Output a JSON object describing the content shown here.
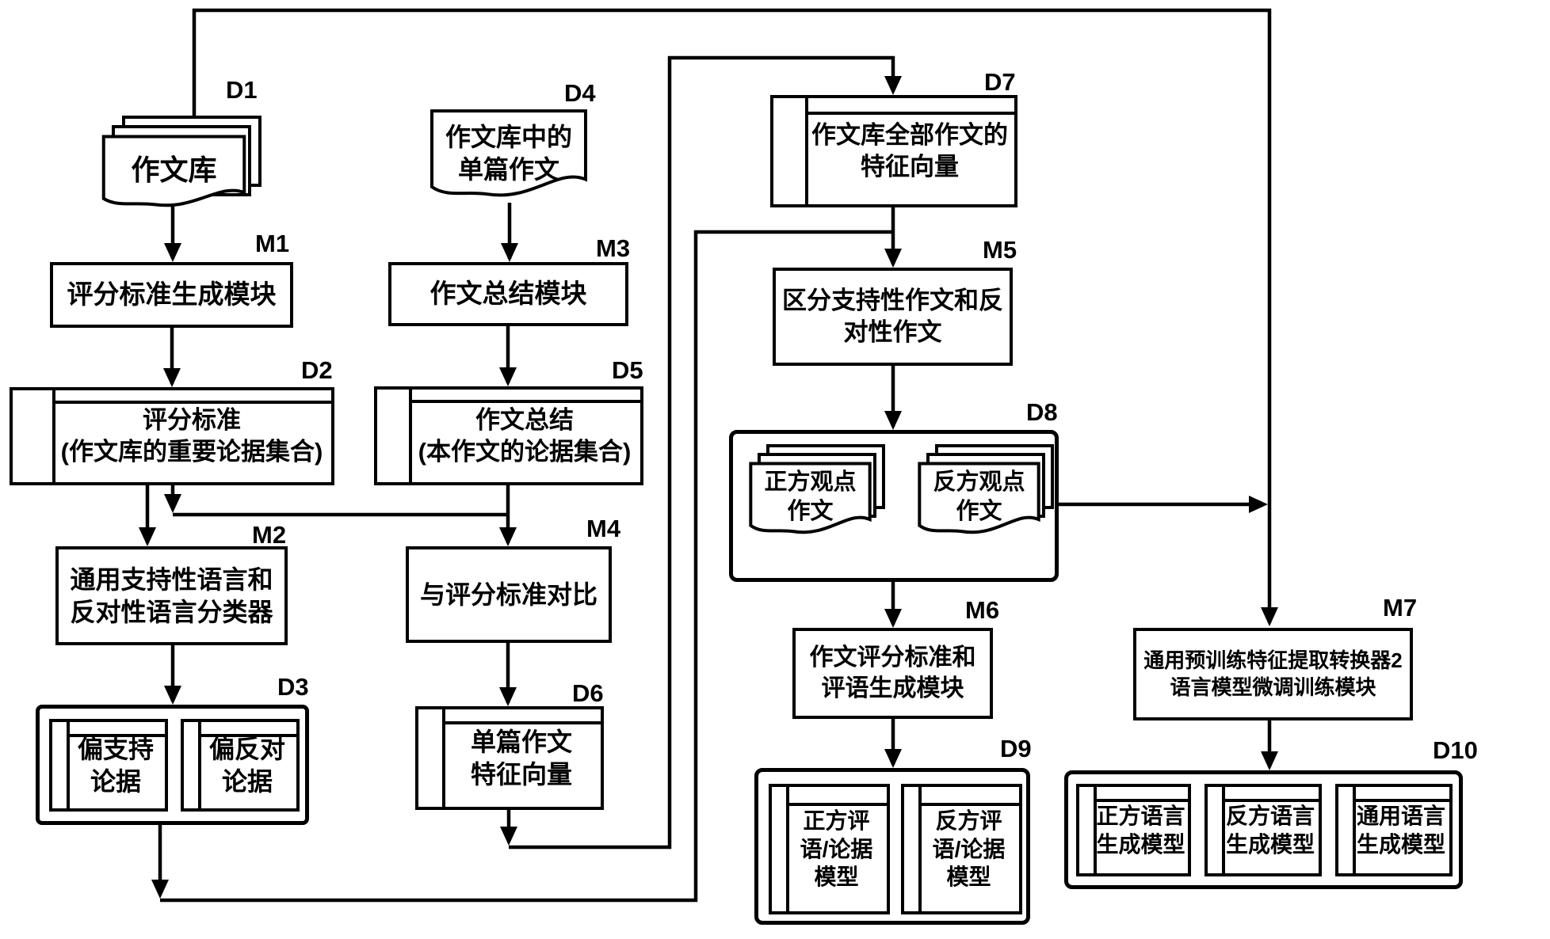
{
  "diagram": {
    "title": "essay-scoring-and-language-model-training-flowchart",
    "colors": {
      "line": "#000000",
      "background": "#ffffff",
      "text": "#000000"
    },
    "nodes": {
      "d1": {
        "tag": "D1",
        "label": "作文库"
      },
      "m1": {
        "tag": "M1",
        "label": "评分标准生成模块"
      },
      "d2": {
        "tag": "D2",
        "label": "评分标准\n(作文库的重要论据集合)"
      },
      "m2": {
        "tag": "M2",
        "label": "通用支持性语言和\n反对性语言分类器"
      },
      "d3": {
        "tag": "D3",
        "items": [
          "偏支持\n论据",
          "偏反对\n论据"
        ]
      },
      "d4": {
        "tag": "D4",
        "label": "作文库中的\n单篇作文"
      },
      "m3": {
        "tag": "M3",
        "label": "作文总结模块"
      },
      "d5": {
        "tag": "D5",
        "label": "作文总结\n(本作文的论据集合)"
      },
      "m4": {
        "tag": "M4",
        "label": "与评分标准对比"
      },
      "d6": {
        "tag": "D6",
        "label": "单篇作文\n特征向量"
      },
      "d7": {
        "tag": "D7",
        "label": "作文库全部作文的\n特征向量"
      },
      "m5": {
        "tag": "M5",
        "label": "区分支持性作文和反\n对性作文"
      },
      "d8": {
        "tag": "D8",
        "items": [
          "正方观点\n作文",
          "反方观点\n作文"
        ]
      },
      "m6": {
        "tag": "M6",
        "label": "作文评分标准和\n评语生成模块"
      },
      "d9": {
        "tag": "D9",
        "items": [
          "正方评\n语/论据\n模型",
          "反方评\n语/论据\n模型"
        ]
      },
      "m7": {
        "tag": "M7",
        "label": "通用预训练特征提取转换器2\n语言模型微调训练模块"
      },
      "d10": {
        "tag": "D10",
        "items": [
          "正方语言\n生成模型",
          "反方语言\n生成模型",
          "通用语言\n生成模型"
        ]
      }
    }
  }
}
